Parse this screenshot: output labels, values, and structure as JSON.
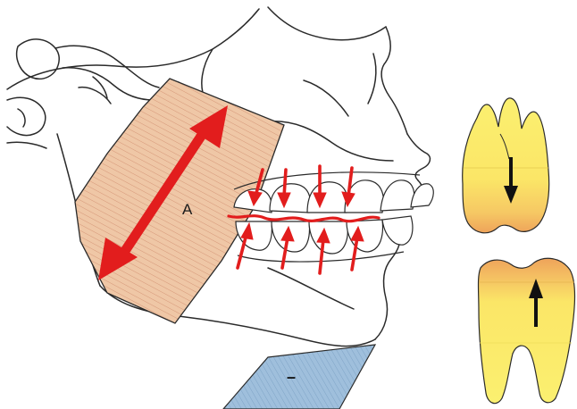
{
  "figure": {
    "muscle_label": "A",
    "lower_muscle_label": "–"
  },
  "colors": {
    "outline": "#2a2a2a",
    "muscle_fill": "#efc7a6",
    "muscle_fiber": "#c97f62",
    "force_arrow": "#e21d1d",
    "lower_muscle_fill": "#9fbfdc",
    "tooth_yellow": "#fbec63",
    "tooth_orange": "#f0b25c",
    "tooth_arrow": "#111111"
  },
  "icons": {
    "muscle_arrow": "double-headed-arrow",
    "occlusal_forces": "converging-arrows",
    "tooth_force": "single-arrow"
  }
}
